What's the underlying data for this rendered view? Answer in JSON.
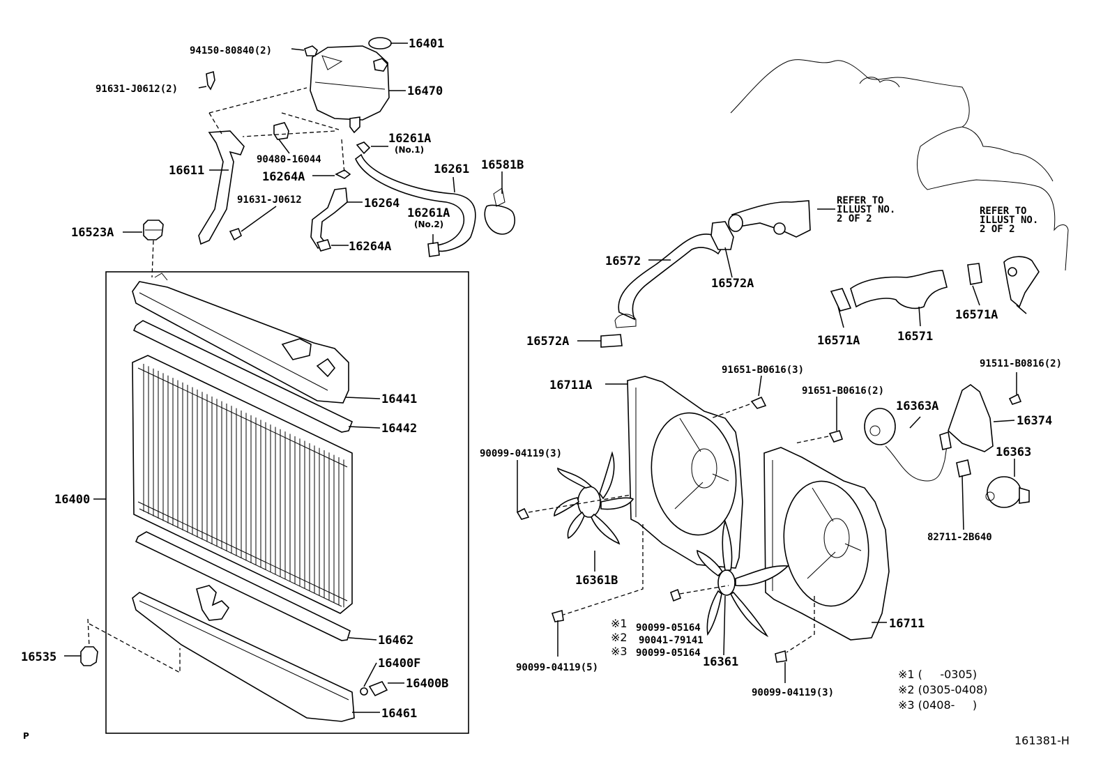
{
  "labels": {
    "p94150": "94150-80840(2)",
    "p16401": "16401",
    "p91631a": "91631-J0612(2)",
    "p16470": "16470",
    "p16261a1": "16261A",
    "p16261a1_sub": "(No.1)",
    "p90480": "90480-16044",
    "p16611": "16611",
    "p16264a_top": "16264A",
    "p16261": "16261",
    "p16581b": "16581B",
    "p91631b": "91631-J0612",
    "p16264": "16264",
    "p16261a2": "16261A",
    "p16261a2_sub": "(No.2)",
    "p16523a": "16523A",
    "p16264a_bot": "16264A",
    "p16441": "16441",
    "p16442": "16442",
    "p16400": "16400",
    "p16462": "16462",
    "p16535": "16535",
    "p16400f": "16400F",
    "p16400b": "16400B",
    "p16461": "16461",
    "p16572": "16572",
    "p16572a_top": "16572A",
    "p16572a_bot": "16572A",
    "refer1": [
      "REFER TO",
      "ILLUST NO.",
      "2 OF 2"
    ],
    "refer2": [
      "REFER TO",
      "ILLUST NO.",
      "2 OF 2"
    ],
    "p16571a_l": "16571A",
    "p16571": "16571",
    "p16571a_r": "16571A",
    "p16711a": "16711A",
    "p91651a": "91651-B0616(3)",
    "p91651b": "91651-B0616(2)",
    "p91511": "91511-B0816(2)",
    "p16363a": "16363A",
    "p16374": "16374",
    "p90099a": "90099-04119(3)",
    "p16363": "16363",
    "p82711": "82711-2B640",
    "p16361b": "16361B",
    "p16711": "16711",
    "note1_mark": "※1",
    "note1_part": "90099-05164",
    "note2_mark": "※2",
    "note2_part": "90041-79141",
    "note3_mark": "※3",
    "note3_part": "90099-05164",
    "p16361": "16361",
    "p90099b": "90099-04119(5)",
    "p90099c": "90099-04119(3)",
    "legend1": "※1 (     -0305)",
    "legend2": "※2 (0305-0408)",
    "legend3": "※3 (0408-     )",
    "corner_p": "P",
    "code": "161381-H"
  }
}
